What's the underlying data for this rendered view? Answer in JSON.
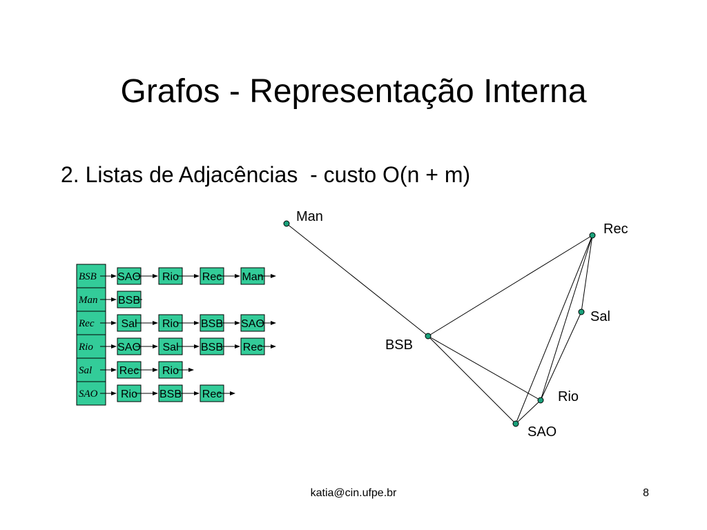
{
  "title": "Grafos - Representação Interna",
  "subtitle": "2. Listas de Adjacências  - custo O(n + m)",
  "footer": {
    "email": "katia@cin.ufpe.br",
    "page": "8"
  },
  "colors": {
    "node_fill": "#1aa07a",
    "box_fill": "#33cc99",
    "line": "#000000"
  },
  "adjacency_lists": [
    {
      "vertex": "BSB",
      "neighbors": [
        "SAO",
        "Rio",
        "Rec",
        "Man"
      ]
    },
    {
      "vertex": "Man",
      "neighbors": [
        "BSB"
      ]
    },
    {
      "vertex": "Rec",
      "neighbors": [
        "Sal",
        "Rio",
        "BSB",
        "SAO"
      ]
    },
    {
      "vertex": "Rio",
      "neighbors": [
        "SAO",
        "Sal",
        "BSB",
        "Rec"
      ]
    },
    {
      "vertex": "Sal",
      "neighbors": [
        "Rec",
        "Rio"
      ]
    },
    {
      "vertex": "SAO",
      "neighbors": [
        "Rio",
        "BSB",
        "Rec"
      ]
    }
  ],
  "graph": {
    "nodes": [
      {
        "id": "Man",
        "label": "Man"
      },
      {
        "id": "Rec",
        "label": "Rec"
      },
      {
        "id": "Sal",
        "label": "Sal"
      },
      {
        "id": "BSB",
        "label": "BSB"
      },
      {
        "id": "Rio",
        "label": "Rio"
      },
      {
        "id": "SAO",
        "label": "SAO"
      }
    ],
    "edges": [
      [
        "Man",
        "BSB"
      ],
      [
        "BSB",
        "Rec"
      ],
      [
        "BSB",
        "Rio"
      ],
      [
        "BSB",
        "SAO"
      ],
      [
        "Rec",
        "Sal"
      ],
      [
        "Rec",
        "Rio"
      ],
      [
        "Rec",
        "SAO"
      ],
      [
        "Sal",
        "Rio"
      ],
      [
        "Rio",
        "SAO"
      ]
    ]
  }
}
